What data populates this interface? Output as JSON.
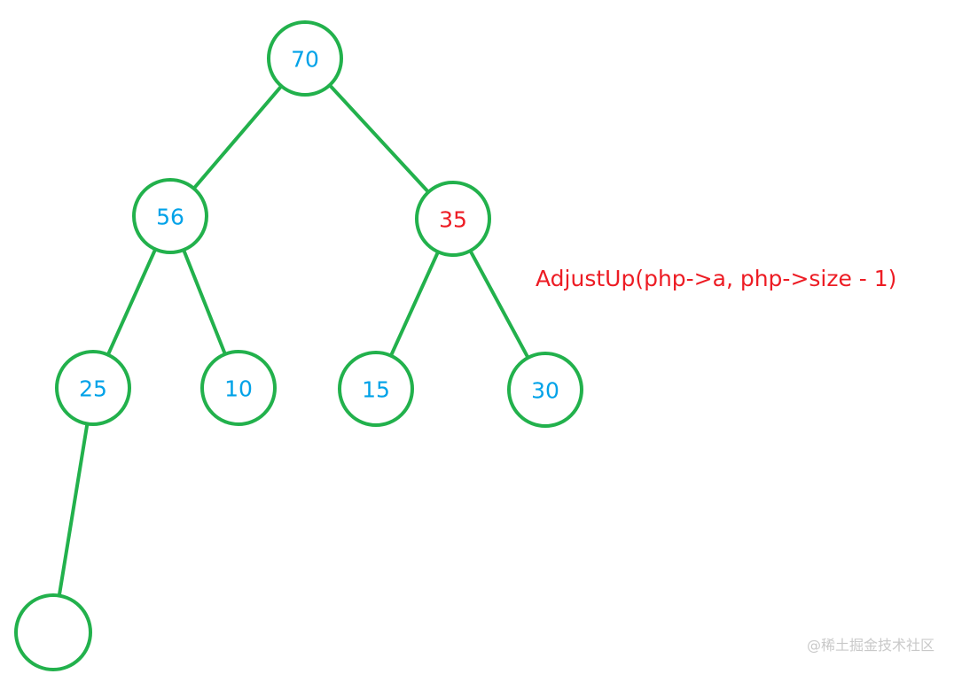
{
  "colors": {
    "edge": "#22b14c",
    "node_border": "#22b14c",
    "value_text": "#00a2e8",
    "highlight_text": "#ed1c24",
    "watermark_text": "#c9c9c9"
  },
  "tree": {
    "nodes": [
      {
        "id": "n70",
        "value": "70",
        "highlight": false
      },
      {
        "id": "n56",
        "value": "56",
        "highlight": false
      },
      {
        "id": "n35",
        "value": "35",
        "highlight": true
      },
      {
        "id": "n25",
        "value": "25",
        "highlight": false
      },
      {
        "id": "n10",
        "value": "10",
        "highlight": false
      },
      {
        "id": "n15",
        "value": "15",
        "highlight": false
      },
      {
        "id": "n30",
        "value": "30",
        "highlight": false
      },
      {
        "id": "nnew",
        "value": "",
        "highlight": false
      }
    ],
    "edges": [
      {
        "from": "n70",
        "to": "n56"
      },
      {
        "from": "n70",
        "to": "n35"
      },
      {
        "from": "n56",
        "to": "n25"
      },
      {
        "from": "n56",
        "to": "n10"
      },
      {
        "from": "n35",
        "to": "n15"
      },
      {
        "from": "n35",
        "to": "n30"
      },
      {
        "from": "n25",
        "to": "nnew"
      }
    ]
  },
  "annotation": {
    "text": "AdjustUp(php->a, php->size - 1)"
  },
  "watermark": {
    "text": "@稀土掘金技术社区"
  }
}
